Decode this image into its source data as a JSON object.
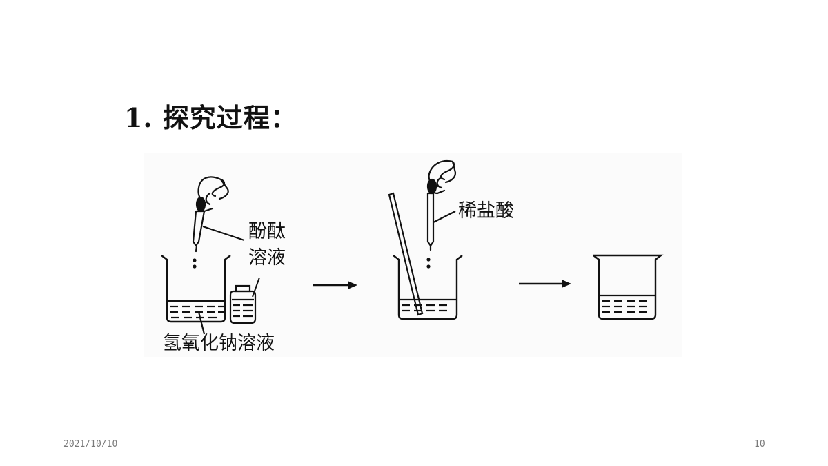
{
  "slide": {
    "title": "1. 探究过程：",
    "footer_date": "2021/10/10",
    "page_number": "10"
  },
  "diagram": {
    "labels": {
      "phenolphthalein_line1": "酚酞",
      "phenolphthalein_line2": "溶液",
      "dilute_hcl": "稀盐酸",
      "naoh_solution": "氢氧化钠溶液"
    }
  }
}
